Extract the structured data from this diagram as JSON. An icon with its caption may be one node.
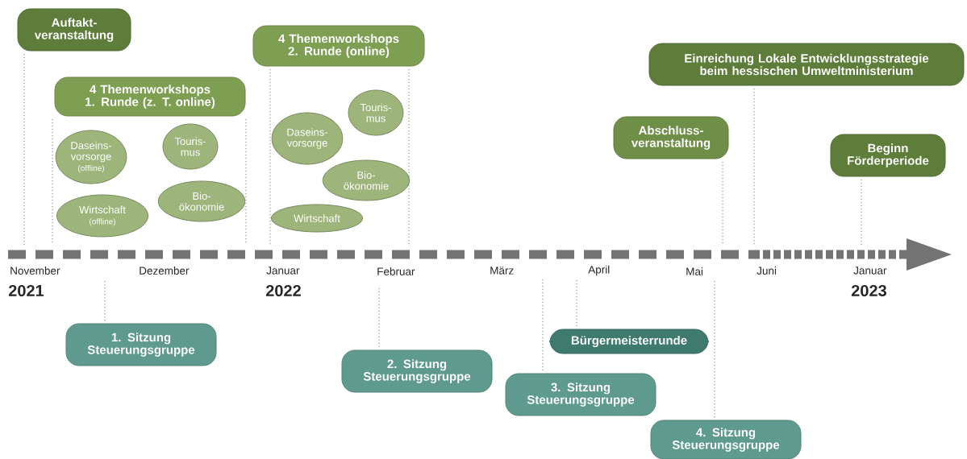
{
  "diagram": {
    "nodes": [
      {
        "text": [
          "Auftakt- veranstaltung"
        ]
      },
      {
        "text": [
          "4 Themenworkshops 1. Runde (z. T. online)"
        ]
      },
      {
        "text": [
          "Daseins- vorsorge",
          "(offline)"
        ]
      },
      {
        "text": [
          "Touris- mus"
        ]
      },
      {
        "text": [
          "Wirtschaft",
          "(offline)"
        ]
      },
      {
        "text": [
          "Bio- ökonomie"
        ]
      },
      {
        "text": [
          "4 Themenworkshops 2. Runde (online)"
        ]
      },
      {
        "text": [
          "Daseins- vorsorge"
        ]
      },
      {
        "text": [
          "Touris- mus"
        ]
      },
      {
        "text": [
          "Bio- ökonomie"
        ]
      },
      {
        "text": [
          "Wirtschaft"
        ]
      },
      {
        "text": [
          "Einreichung Lokale Entwicklungsstrategie beim hessischen Umweltministerium"
        ]
      },
      {
        "text": [
          "Abschluss- veranstaltung"
        ]
      },
      {
        "text": [
          "Beginn Förderperiode"
        ]
      },
      {
        "text": [
          "1. Sitzung Steuerungsgruppe"
        ]
      },
      {
        "text": [
          "2. Sitzung Steuerungsgruppe"
        ]
      },
      {
        "text": [
          "Bürgermeisterrunde"
        ]
      },
      {
        "text": [
          "3. Sitzung Steuerungsgruppe"
        ]
      },
      {
        "text": [
          "4. Sitzung Steuerungsgruppe"
        ]
      }
    ],
    "edges": [
      {
        "from": 0,
        "to": null,
        "arrow": "none"
      },
      {
        "from": 1,
        "to": null,
        "arrow": "none"
      },
      {
        "from": 1,
        "to": null,
        "arrow": "none"
      },
      {
        "from": 6,
        "to": null,
        "arrow": "none"
      },
      {
        "from": 6,
        "to": null,
        "arrow": "none"
      },
      {
        "from": 12,
        "to": null,
        "arrow": "none"
      },
      {
        "from": 11,
        "to": null,
        "arrow": "none"
      },
      {
        "from": 13,
        "to": null,
        "arrow": "none"
      },
      {
        "from": 14,
        "to": null,
        "arrow": "none"
      },
      {
        "from": 15,
        "to": null,
        "arrow": "none"
      },
      {
        "from": 17,
        "to": null,
        "arrow": "none"
      },
      {
        "from": 16,
        "to": null,
        "arrow": "none"
      },
      {
        "from": 18,
        "to": null,
        "arrow": "none"
      }
    ],
    "labels": [
      "November",
      "Dezember",
      "Januar",
      "Februar",
      "März",
      "April",
      "Mai",
      "Juni",
      "Januar",
      "2021",
      "2022",
      "2023"
    ]
  }
}
